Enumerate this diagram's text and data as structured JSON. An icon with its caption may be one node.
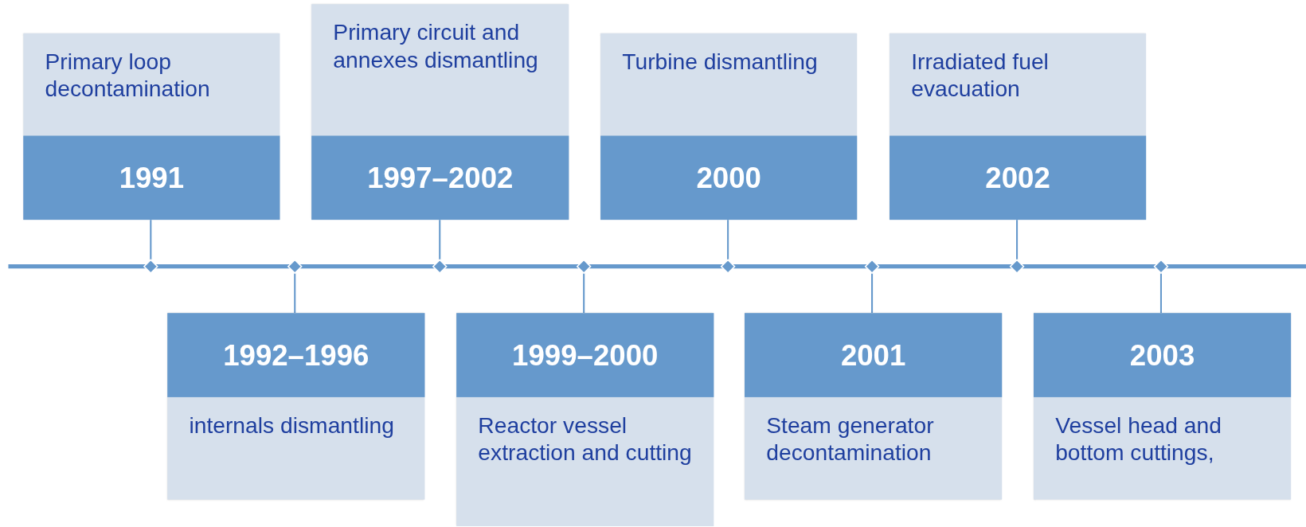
{
  "diagram": {
    "nodes": [
      {
        "text": [
          "Primary loop decontamination",
          "1991"
        ]
      },
      {
        "text": [
          "1992–1996",
          "internals dismantling"
        ]
      },
      {
        "text": [
          "Primary circuit and annexes dismantling",
          "1997–2002"
        ]
      },
      {
        "text": [
          "1999–2000",
          "Reactor vessel extraction and cutting"
        ]
      },
      {
        "text": [
          "Turbine dismantling",
          "2000"
        ]
      },
      {
        "text": [
          "2001",
          "Steam generator decontamination"
        ]
      },
      {
        "text": [
          "Irradiated fuel evacuation",
          "2002"
        ]
      },
      {
        "text": [
          "2003",
          "Vessel head and bottom cuttings,"
        ]
      },
      {
        "text": [],
        "shape": "diamond"
      },
      {
        "text": [],
        "shape": "diamond"
      },
      {
        "text": [],
        "shape": "diamond"
      },
      {
        "text": [],
        "shape": "diamond"
      },
      {
        "text": [],
        "shape": "diamond"
      },
      {
        "text": [],
        "shape": "diamond"
      },
      {
        "text": [],
        "shape": "diamond"
      },
      {
        "text": [],
        "shape": "diamond"
      }
    ],
    "edges": [
      {
        "from": 0,
        "to": 8,
        "arrow": "none"
      },
      {
        "from": 1,
        "to": 9,
        "arrow": "none"
      },
      {
        "from": 2,
        "to": 10,
        "arrow": "none"
      },
      {
        "from": 3,
        "to": 11,
        "arrow": "none"
      },
      {
        "from": 4,
        "to": 12,
        "arrow": "none"
      },
      {
        "from": 5,
        "to": 13,
        "arrow": "none"
      },
      {
        "from": 6,
        "to": 14,
        "arrow": "none"
      },
      {
        "from": 7,
        "to": 15,
        "arrow": "none"
      }
    ]
  }
}
